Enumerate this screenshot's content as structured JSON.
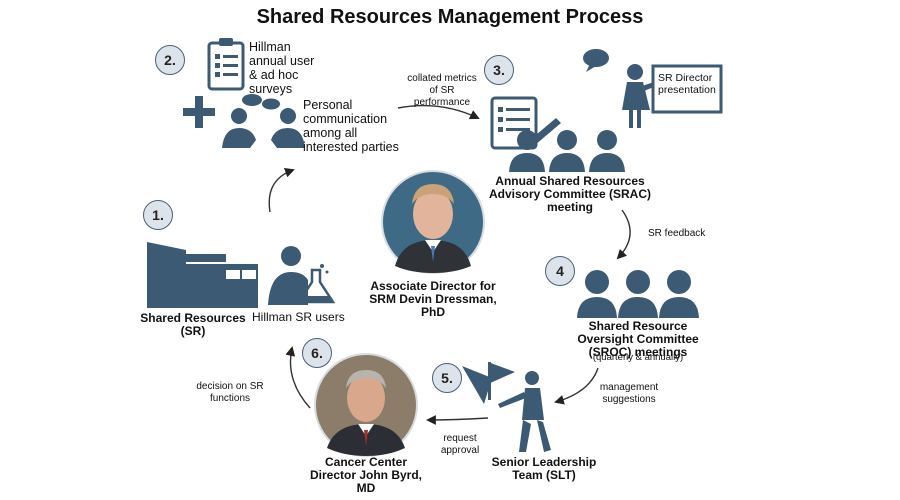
{
  "title": "Shared Resources Management Process",
  "steps": {
    "s1": "1.",
    "s2": "2.",
    "s3": "3.",
    "s4": "4",
    "s5": "5.",
    "s6": "6."
  },
  "step1": {
    "sr_label": "Shared Resources (SR)",
    "users_label": "Hillman SR users"
  },
  "step2": {
    "surveys": "Hillman annual user & ad hoc surveys",
    "communication": "Personal communication among all interested parties"
  },
  "arrow_2_3": "collated metrics of SR performance",
  "step3": {
    "presentation": "SR Director presentation",
    "srac": "Annual Shared Resources Advisory Committee (SRAC) meeting"
  },
  "arrow_3_4": "SR feedback",
  "step4": {
    "sroc": "Shared Resource Oversight Committee (SROC) meetings",
    "freq": "(quarterly & annually)"
  },
  "arrow_4_5": "management suggestions",
  "step5": {
    "slt": "Senior Leadership Team (SLT)"
  },
  "arrow_5_6": "request approval",
  "step6": {
    "director": "Cancer Center Director John Byrd, MD"
  },
  "arrow_6_1": "decision on SR functions",
  "center": {
    "associate": "Associate Director for SRM Devin Dressman, PhD"
  },
  "colors": {
    "icon": "#3d5a74",
    "badge_fill": "#dde3ea",
    "text": "#111111"
  }
}
